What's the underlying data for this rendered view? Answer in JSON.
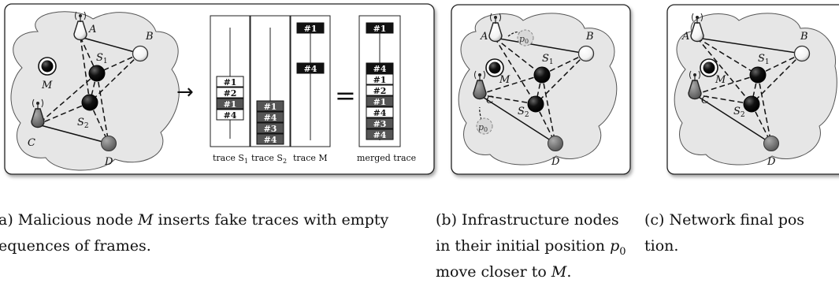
{
  "panel_a": {
    "nodes": {
      "A": "A",
      "B": "B",
      "C": "C",
      "D": "D",
      "M": "M",
      "S1": "S",
      "S1_sub": "1",
      "S2": "S",
      "S2_sub": "2"
    },
    "arrow": "→",
    "equals": "=",
    "trace_labels": {
      "s1": "trace S",
      "s1_sub": "1",
      "s2": "trace S",
      "s2_sub": "2",
      "m": "trace M",
      "merged": "merged trace"
    },
    "trace_s1_frames": [
      "#1",
      "#2",
      "#1",
      "#4"
    ],
    "trace_s2_frames": [
      "#1",
      "#4",
      "#3",
      "#4"
    ],
    "trace_m_frames": [
      "#1",
      "#4"
    ],
    "merged_frames": [
      "#1",
      "#4",
      "#1",
      "#2",
      "#1",
      "#4",
      "#3",
      "#4"
    ]
  },
  "panel_b": {
    "nodes": {
      "A": "A",
      "B": "B",
      "C": "C",
      "D": "D",
      "M": "M",
      "S1": "S",
      "S1_sub": "1",
      "S2": "S",
      "S2_sub": "2"
    },
    "p0": "p",
    "p0_sub": "0"
  },
  "panel_c": {
    "nodes": {
      "A": "A",
      "B": "B",
      "C": "C",
      "D": "D",
      "M": "M",
      "S1": "S",
      "S1_sub": "1",
      "S2": "S",
      "S2_sub": "2"
    }
  },
  "captions": {
    "a_line1_pre": "a) Malicious node ",
    "a_line1_var": "M",
    "a_line1_post": " inserts fake traces with empty",
    "a_line2": "equences of frames.",
    "b_line1": "(b)  Infrastructure  nodes",
    "b_line2": "in their initial position ",
    "b_line2_var": "p",
    "b_line2_sub": "0",
    "b_line3_pre": "move closer to ",
    "b_line3_var": "M",
    "b_line3_post": ".",
    "c_line1": "(c)  Network  final  pos",
    "c_line2": "tion."
  }
}
